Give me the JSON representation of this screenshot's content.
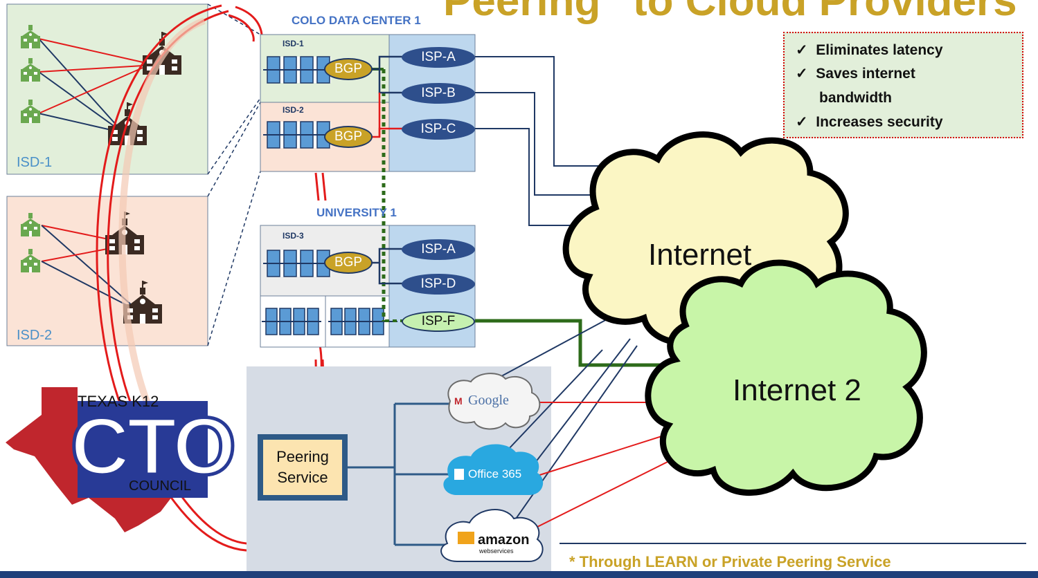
{
  "title": "Peering\" to Cloud Providers",
  "colo": {
    "title": "COLO DATA CENTER 1",
    "isd1_label": "ISD-1",
    "isd2_label": "ISD-2",
    "bgp": "BGP",
    "isps": [
      "ISP-A",
      "ISP-B",
      "ISP-C"
    ]
  },
  "university": {
    "title": "UNIVERSITY 1",
    "isd3_label": "ISD-3",
    "bgp": "BGP",
    "isps": [
      "ISP-A",
      "ISP-D",
      "ISP-F"
    ]
  },
  "left_panels": {
    "isd1": "ISD-1",
    "isd2": "ISD-2"
  },
  "benefits": [
    "Eliminates latency",
    "Saves internet",
    "bandwidth",
    "Increases security"
  ],
  "clouds": {
    "internet": "Internet",
    "internet2": "Internet 2"
  },
  "providers": {
    "google": "Google",
    "office365": "Office 365",
    "amazon": "amazon",
    "amazon_sub": "webservices"
  },
  "peering": {
    "line1": "Peering",
    "line2": "Service"
  },
  "logo": {
    "top": "TEXAS K12",
    "main": "CTO",
    "bottom": "COUNCIL"
  },
  "footnote": "*    Through LEARN or Private Peering Service",
  "colors": {
    "title": "#c9a227",
    "isp_oval": "#2e4f8c",
    "isp_f_oval": "#c6f0b0",
    "bgp_oval": "#c9a227",
    "internet_cloud": "#fbf6c4",
    "internet2_cloud": "#c8f5a8",
    "red_link": "#e31b1b",
    "navy_link": "#1f3864",
    "green_link": "#2d6b1a",
    "logo_red": "#c0262d",
    "logo_blue": "#283a96"
  }
}
